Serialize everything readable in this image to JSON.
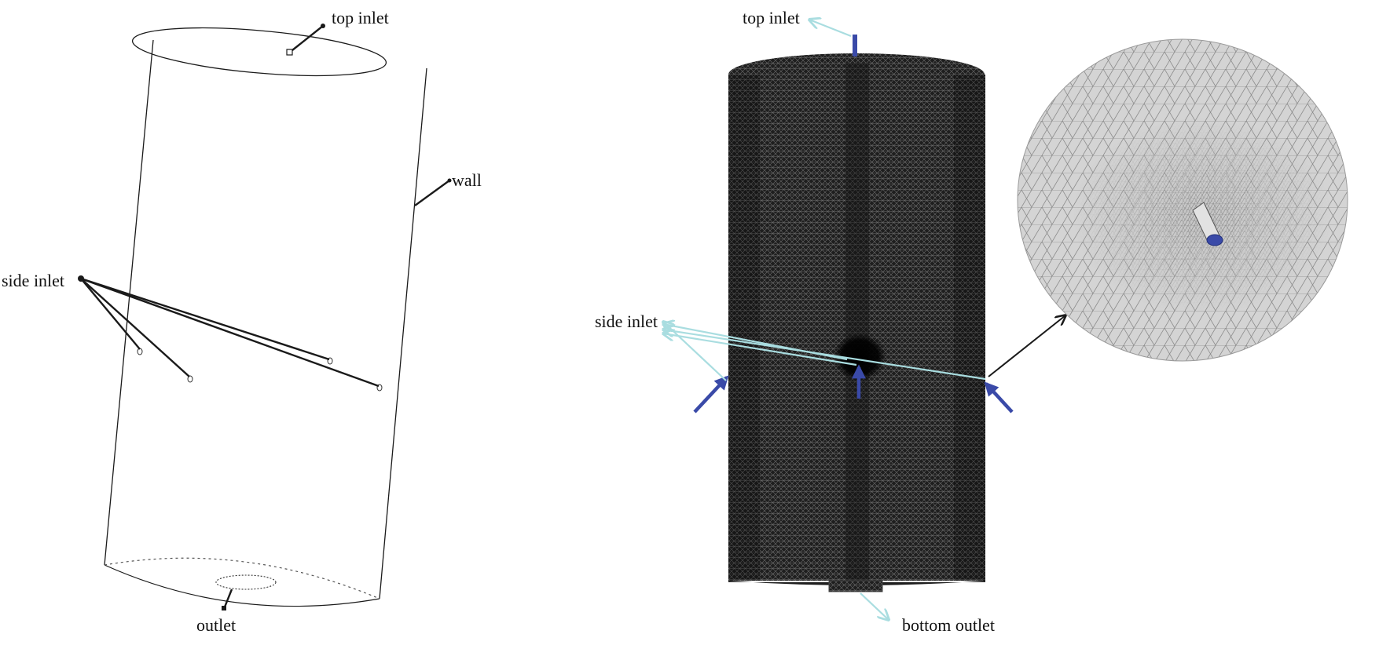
{
  "left_diagram": {
    "labels": {
      "top_inlet": "top inlet",
      "wall": "wall",
      "side_inlet": "side inlet",
      "outlet": "outlet"
    }
  },
  "right_diagram": {
    "labels": {
      "top_inlet": "top inlet",
      "side_inlet": "side inlet",
      "bottom_outlet": "bottom outlet"
    }
  },
  "colors": {
    "outline": "#1a1a1a",
    "mesh_dark": "#2a2a2a",
    "mesh_light": "#d6d6d6",
    "arrow_blue": "#3a4aa8",
    "leader_cyan": "#a9dde0"
  }
}
